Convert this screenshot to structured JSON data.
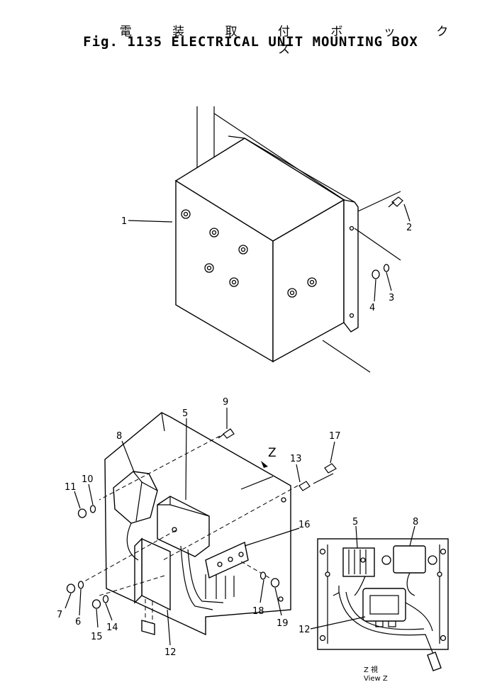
{
  "title_jp": "電 装 取 付 ボ ッ ク ス",
  "title_en": "Fig. 1135 ELECTRICAL UNIT MOUNTING BOX",
  "callouts": {
    "c1": "1",
    "c2": "2",
    "c3": "3",
    "c4": "4",
    "c5": "5",
    "c6": "6",
    "c7": "7",
    "c8": "8",
    "c9": "9",
    "c10": "10",
    "c11": "11",
    "c12": "12",
    "c13": "13",
    "c14": "14",
    "c15": "15",
    "c16": "16",
    "c17": "17",
    "c18": "18",
    "c19": "19",
    "z": "Z",
    "inset5": "5",
    "inset8": "8",
    "inset12": "12"
  },
  "view_label": {
    "line1": "Z   視",
    "line2": "View Z"
  }
}
